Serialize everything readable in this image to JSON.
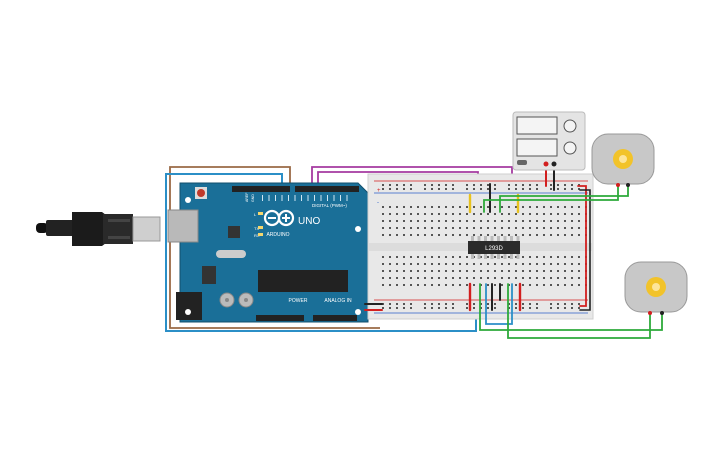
{
  "arduino": {
    "brand": "ARDUINO",
    "model": "UNO",
    "digital_label": "DIGITAL (PWM~)",
    "power_label": "POWER",
    "analog_label": "ANALOG IN",
    "led_l": "L",
    "led_tx": "TX",
    "led_rx": "RX",
    "aref_label": "AREF",
    "gnd_label": "GND"
  },
  "driver_ic": {
    "label": "L293D"
  },
  "breadboard": {
    "plus": "+",
    "minus": "-"
  },
  "power_supply": {
    "display_1": "",
    "display_2": ""
  },
  "colors": {
    "board": "#1a6f98",
    "breadboard": "#e8e8e8",
    "wire_red": "#d21f1f",
    "wire_black": "#222222",
    "wire_green": "#2daa3a",
    "wire_blue": "#2b8fc7",
    "wire_purple": "#a53aa0",
    "wire_brown": "#9a6a45",
    "wire_yellow": "#e8c21c",
    "motor_body": "#c8c8c8",
    "motor_shaft": "#f2c32a"
  },
  "icons": [
    "arduino-infinity-logo-icon",
    "usb-cable-icon",
    "dc-motor-icon",
    "power-supply-icon"
  ]
}
